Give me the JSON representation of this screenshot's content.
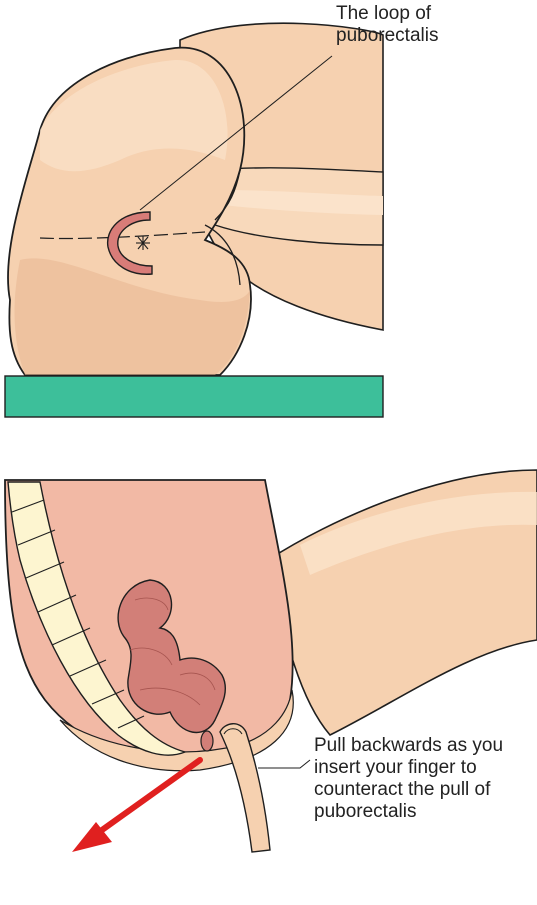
{
  "labels": {
    "top": {
      "line1": "The loop of",
      "line2": "puborectalis"
    },
    "bottom": {
      "line1": "Pull backwards as you",
      "line2": "insert your finger to",
      "line3": "counteract the pull of",
      "line4": "puborectalis"
    }
  },
  "colors": {
    "skin": "#f6d1b0",
    "skin_shadow": "#e7b791",
    "skin_highlight": "#fbe3cb",
    "outline": "#1f1f1f",
    "muscle": "#d87c78",
    "rectum": "#d27f78",
    "table": "#3dbf9a",
    "vertebra": "#fdf5d0",
    "pelvis_inner": "#f2b9a5",
    "arrow": "#e0201f"
  }
}
